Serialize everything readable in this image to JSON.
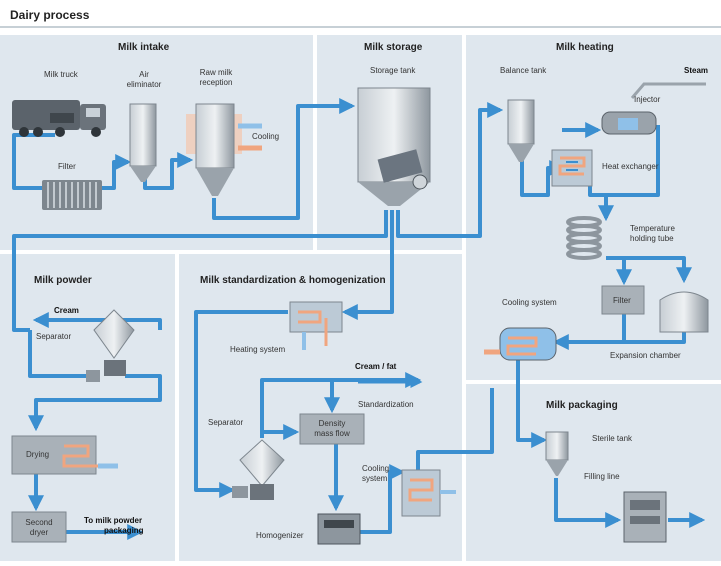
{
  "title": "Dairy process",
  "sections": {
    "milk_intake": "Milk intake",
    "milk_storage": "Milk storage",
    "milk_heating": "Milk heating",
    "milk_powder": "Milk powder",
    "standardization": "Milk standardization & homogenization",
    "milk_packaging": "Milk packaging"
  },
  "labels": {
    "milk_truck": "Milk truck",
    "air_eliminator_1": "Air",
    "air_eliminator_2": "eliminator",
    "raw_milk_1": "Raw milk",
    "raw_milk_2": "reception",
    "cooling": "Cooling",
    "filter_intake": "Filter",
    "storage_tank": "Storage tank",
    "balance_tank": "Balance tank",
    "steam": "Steam",
    "injector": "Injector",
    "heat_exchanger": "Heat exchanger",
    "temp_tube_1": "Temperature",
    "temp_tube_2": "holding tube",
    "filter_heating": "Filter",
    "expansion_chamber": "Expansion chamber",
    "cooling_system_heating": "Cooling system",
    "cream": "Cream",
    "separator_powder": "Separator",
    "drying": "Drying",
    "second_dryer_1": "Second",
    "second_dryer_2": "dryer",
    "to_packaging_1": "To milk powder",
    "to_packaging_2": "packaging",
    "heating_system": "Heating system",
    "cream_fat": "Cream / fat",
    "separator_std": "Separator",
    "density_1": "Density",
    "density_2": "mass flow",
    "standardization": "Standardization",
    "cooling_system_std_1": "Cooling",
    "cooling_system_std_2": "system",
    "homogenizer": "Homogenizer",
    "sterile_tank": "Sterile tank",
    "filling_line": "Filling line"
  },
  "colors": {
    "background": "#dfe7ee",
    "pipe": "#3b8fd0",
    "hot": "#f0a57f",
    "cold": "#8fc0e8",
    "equipment": "#a9b1b8",
    "equipment_dark": "#5b636b"
  },
  "icons": [
    "milk-truck-icon",
    "filter-icon",
    "air-eliminator-icon",
    "raw-milk-tank-icon",
    "storage-tank-icon",
    "balance-tank-icon",
    "injector-icon",
    "heat-exchanger-icon",
    "holding-tube-icon",
    "expansion-chamber-icon",
    "cooling-system-icon",
    "separator-icon",
    "dryer-icon",
    "homogenizer-icon",
    "sterile-tank-icon",
    "filling-line-icon"
  ]
}
